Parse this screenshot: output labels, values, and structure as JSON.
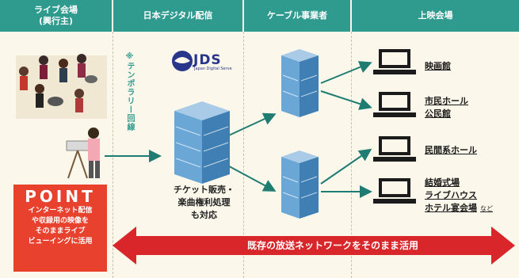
{
  "headers": [
    {
      "line1": "ライブ会場",
      "line2": "(興行主)"
    },
    {
      "line1": "日本デジタル配信",
      "line2": ""
    },
    {
      "line1": "ケーブル事業者",
      "line2": ""
    },
    {
      "line1": "上映会場",
      "line2": ""
    }
  ],
  "note": "※テンポラリー回線",
  "logo": {
    "text": "JDS",
    "sub": "Japan Digital Serve"
  },
  "center_caption": [
    "チケット販売・",
    "楽曲権利処理",
    "も対応"
  ],
  "venues": [
    {
      "label": "映画館",
      "extra": ""
    },
    {
      "label": "市民ホール",
      "extra": ""
    },
    {
      "label": "公民館",
      "extra": ""
    },
    {
      "label": "民間系ホール",
      "extra": ""
    },
    {
      "label": "結婚式場",
      "extra": ""
    },
    {
      "label": "ライブハウス",
      "extra": ""
    },
    {
      "label": "ホテル宴会場",
      "extra": "など"
    }
  ],
  "point": {
    "title": "POINT",
    "lines": [
      "インターネット配信",
      "や収録用の映像を",
      "そのままライブ",
      "ビューイングに活用"
    ]
  },
  "banner": "既存の放送ネットワークをそのまま活用",
  "colors": {
    "header": "#2f9a8e",
    "point": "#e8412e",
    "banner": "#d8262a",
    "arrow": "#1f7c72",
    "building": "#6aa7d6"
  }
}
